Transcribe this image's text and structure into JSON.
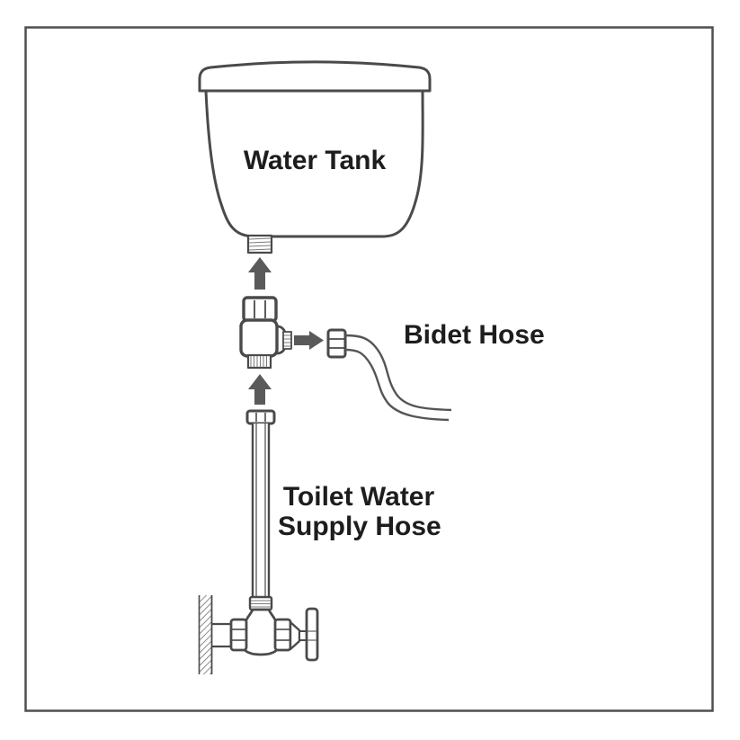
{
  "figure": {
    "labels": {
      "water_tank": "Water Tank",
      "bidet_hose": "Bidet Hose",
      "supply_hose_line1": "Toilet Water",
      "supply_hose_line2": "Supply Hose"
    },
    "colors": {
      "background": "#ffffff",
      "outline": "#4a4a4a",
      "thread_lines": "#7a7a7a",
      "arrow_fill": "#5a5a5a",
      "label_text": "#1d1d1d",
      "frame_border": "#4f4f4f"
    }
  }
}
